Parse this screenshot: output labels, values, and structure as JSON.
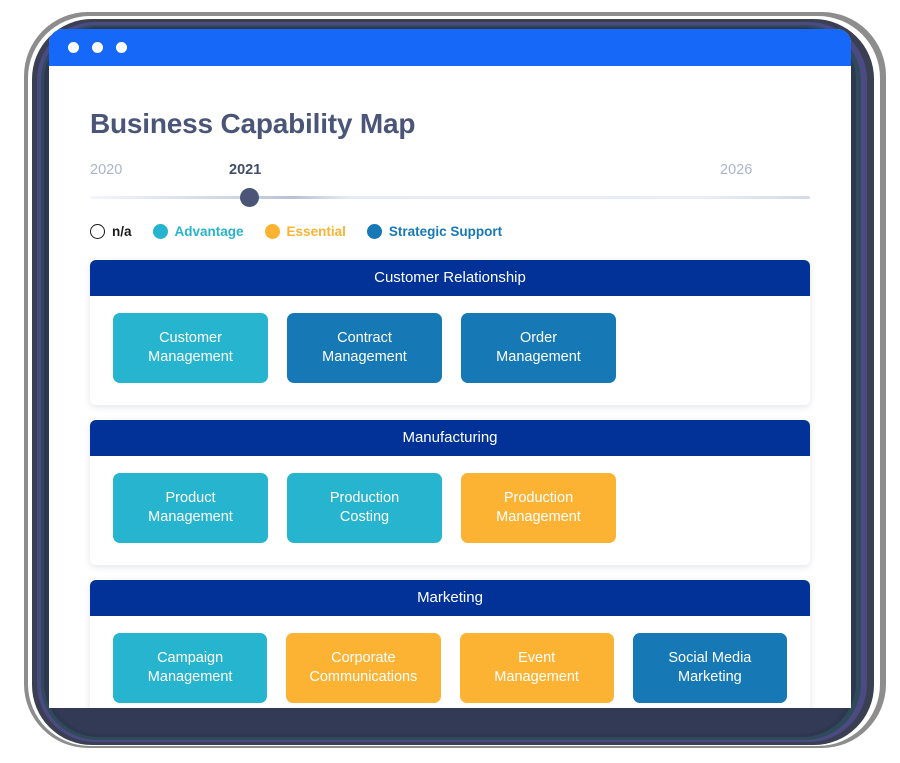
{
  "window": {
    "dots": [
      "close-dot",
      "minimize-dot",
      "maximize-dot"
    ]
  },
  "header": {
    "title": "Business Capability Map"
  },
  "timeline": {
    "start_label": "2020",
    "current_label": "2021",
    "end_label": "2026",
    "handle_position_percent": 22
  },
  "legend": {
    "items": [
      {
        "label": "n/a",
        "color": "#1a1a1a",
        "style": "hollow"
      },
      {
        "label": "Advantage",
        "color": "#26b4cf",
        "style": "filled"
      },
      {
        "label": "Essential",
        "color": "#fcb334",
        "style": "filled"
      },
      {
        "label": "Strategic Support",
        "color": "#1679b5",
        "style": "filled"
      }
    ]
  },
  "colors": {
    "titlebar": "#1668f8",
    "card_header": "#023197",
    "advantage": "#26b4cf",
    "essential": "#fcb334",
    "strategic_support": "#1679b5",
    "title_text": "#4a5578",
    "slider_handle": "#4a5578"
  },
  "categories": [
    {
      "name": "Customer Relationship",
      "capabilities": [
        {
          "label": "Customer\nManagement",
          "line1": "Customer",
          "line2": "Management",
          "rating": "Advantage",
          "color": "#26b4cf"
        },
        {
          "label": "Contract\nManagement",
          "line1": "Contract",
          "line2": "Management",
          "rating": "Strategic Support",
          "color": "#1679b5"
        },
        {
          "label": "Order\nManagement",
          "line1": "Order",
          "line2": "Management",
          "rating": "Strategic Support",
          "color": "#1679b5"
        }
      ]
    },
    {
      "name": "Manufacturing",
      "capabilities": [
        {
          "label": "Product\nManagement",
          "line1": "Product",
          "line2": "Management",
          "rating": "Advantage",
          "color": "#26b4cf"
        },
        {
          "label": "Production\nCosting",
          "line1": "Production",
          "line2": "Costing",
          "rating": "Advantage",
          "color": "#26b4cf"
        },
        {
          "label": "Production\nManagement",
          "line1": "Production",
          "line2": "Management",
          "rating": "Essential",
          "color": "#fcb334"
        }
      ]
    },
    {
      "name": "Marketing",
      "capabilities": [
        {
          "label": "Campaign\nManagement",
          "line1": "Campaign",
          "line2": "Management",
          "rating": "Advantage",
          "color": "#26b4cf"
        },
        {
          "label": "Corporate\nCommunications",
          "line1": "Corporate",
          "line2": "Communications",
          "rating": "Essential",
          "color": "#fcb334"
        },
        {
          "label": "Event\nManagement",
          "line1": "Event",
          "line2": "Management",
          "rating": "Essential",
          "color": "#fcb334"
        },
        {
          "label": "Social Media\nMarketing",
          "line1": "Social Media",
          "line2": "Marketing",
          "rating": "Strategic Support",
          "color": "#1679b5"
        }
      ]
    }
  ]
}
